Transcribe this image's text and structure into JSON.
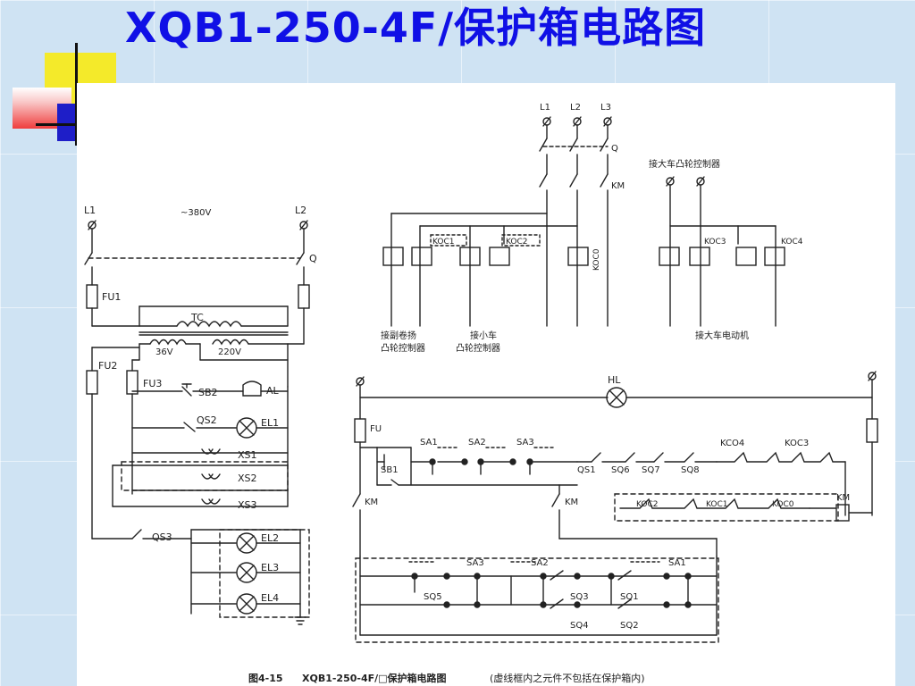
{
  "slide": {
    "title": "XQB1-250-4F/保护箱电路图"
  },
  "left_circuit": {
    "phase_l1": "L1",
    "phase_l2": "L2",
    "voltage": "~380V",
    "switch_q": "Q",
    "fuse_fu1": "FU1",
    "transformer": "TC",
    "tap_36v": "36V",
    "tap_220v": "220V",
    "fuse_fu2": "FU2",
    "fuse_fu3": "FU3",
    "button_sb2": "SB2",
    "alarm_al": "AL",
    "switch_qs2": "QS2",
    "lamp_el1": "EL1",
    "socket_xs1": "XS1",
    "socket_xs2": "XS2",
    "socket_xs3": "XS3",
    "switch_qs3": "QS3",
    "lamp_el2": "EL2",
    "lamp_el3": "EL3",
    "lamp_el4": "EL4"
  },
  "power_circuit": {
    "l1": "L1",
    "l2": "L2",
    "l3": "L3",
    "switch_q": "Q",
    "contactor_km": "KM",
    "koc1": "KOC1",
    "koc2": "KOC2",
    "koc0": "KOC0",
    "koc3": "KOC3",
    "koc4": "KOC4",
    "label_cam_main": "接大车凸轮控制器",
    "label_aux_hoist_1": "接副卷扬",
    "label_aux_hoist_2": "凸轮控制器",
    "label_trolley_1": "接小车",
    "label_trolley_2": "凸轮控制器",
    "label_bridge_motor": "接大车电动机"
  },
  "control_circuit": {
    "lamp_hl": "HL",
    "fuse_fu": "FU",
    "sa1": "SA1",
    "sa2": "SA2",
    "sa3": "SA3",
    "sb1": "SB1",
    "qs1": "QS1",
    "sq6": "SQ6",
    "sq7": "SQ7",
    "sq8": "SQ8",
    "kco4": "KCO4",
    "koc3": "KOC3",
    "km_left": "KM",
    "km_mid": "KM",
    "koc2": "KOC2",
    "koc1": "KOC1",
    "koc0": "KOC0",
    "km_coil": "KM",
    "bottom_sa3": "SA3",
    "bottom_sa2": "SA2",
    "bottom_sa1": "SA1",
    "sq5": "SQ5",
    "sq3": "SQ3",
    "sq1": "SQ1",
    "sq4": "SQ4",
    "sq2": "SQ2"
  },
  "caption": {
    "figure_no": "图4-15",
    "text": "XQB1-250-4F/□保护箱电路图",
    "note": "(虚线框内之元件不包括在保护箱内)"
  }
}
